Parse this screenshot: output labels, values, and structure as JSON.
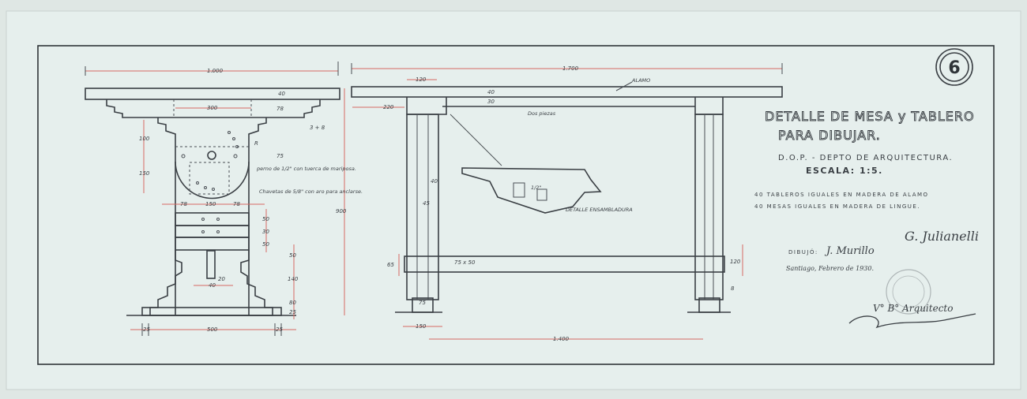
{
  "sheet_number": "6",
  "title_block": {
    "title_line1": "DETALLE DE MESA y TABLERO",
    "title_line2": "PARA DIBUJAR.",
    "department": "D.O.P. - DEPTO DE ARQUITECTURA.",
    "scale": "ESCALA: 1:5.",
    "note1": "40 TABLEROS IGUALES EN MADERA DE ALAMO",
    "note2": "40 MESAS IGUALES EN MADERA DE LINGUE.",
    "drawn_label": "DIBUJÓ:",
    "drawn_signature": "J. Murillo",
    "date_line": "Santiago, Febrero de 1930.",
    "approval_signature": "G. Julianelli",
    "stamp_signature": "V° B° Arquitecto"
  },
  "end_view": {
    "dims": {
      "overall_width": "1.000",
      "top_thickness": "40",
      "apron_height": "78",
      "apron_inner": "300",
      "offsets": "3 + 8",
      "upper_height": "100",
      "lower_height": "150",
      "r": "R",
      "d75": "75",
      "side_left": "78",
      "center": "150",
      "side_right": "78",
      "rail1": "50",
      "rail2": "30",
      "rail3": "50",
      "base1": "50",
      "base2": "140",
      "base3": "80",
      "base4": "25",
      "bolt_w": "40",
      "bolt_h": "20",
      "base_width": "500",
      "base_left": "25",
      "base_right": "25",
      "total_height": "900"
    },
    "notes": {
      "bolt_note": "perno de 1/2\" con tuerca de mariposa.",
      "hook_note": "Chavetas de 5/8\" con aro para anclarse."
    }
  },
  "side_view": {
    "dims": {
      "overall_length": "1.700",
      "leg_top": "120",
      "top_thickness": "40",
      "apron": "30",
      "overhang": "220",
      "leg_d1": "40",
      "leg_d2": "45",
      "stretcher": "75 x 50",
      "stretcher_h": "65",
      "stretcher_right": "120",
      "foot": "8",
      "leg_w": "75",
      "foot_w": "150",
      "inner_length": "1.400"
    },
    "notes": {
      "wood": "ALAMO",
      "two_pieces": "Dos piezas",
      "detail_label": "DETALLE ENSAMBLADURA",
      "detail_dim": "1/2\""
    }
  }
}
